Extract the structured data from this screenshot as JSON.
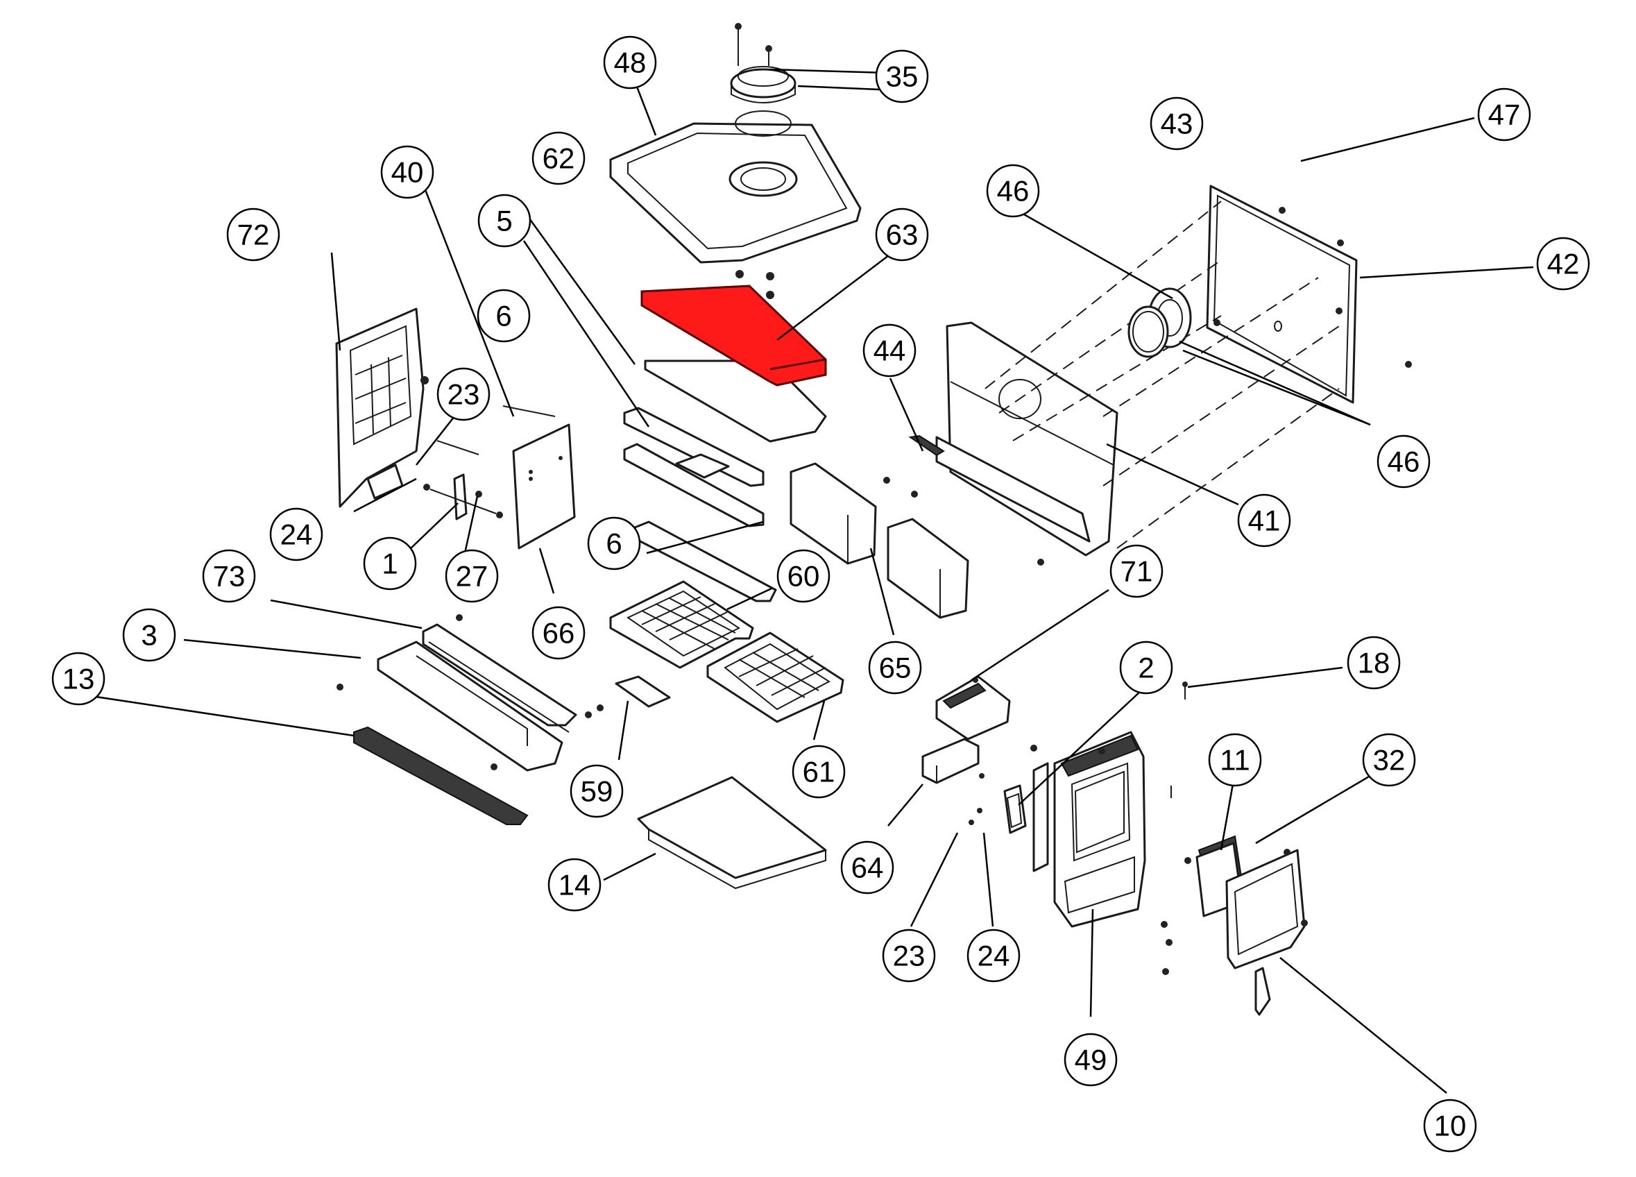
{
  "diagram": {
    "highlight_color": "#ff1a1a",
    "callouts": [
      {
        "id": "c48",
        "label": "48"
      },
      {
        "id": "c35",
        "label": "35"
      },
      {
        "id": "c43",
        "label": "43"
      },
      {
        "id": "c47",
        "label": "47"
      },
      {
        "id": "c40",
        "label": "40"
      },
      {
        "id": "c62",
        "label": "62"
      },
      {
        "id": "c5",
        "label": "5"
      },
      {
        "id": "c63",
        "label": "63"
      },
      {
        "id": "c46a",
        "label": "46"
      },
      {
        "id": "c42",
        "label": "42"
      },
      {
        "id": "c72",
        "label": "72"
      },
      {
        "id": "c6a",
        "label": "6"
      },
      {
        "id": "c44",
        "label": "44"
      },
      {
        "id": "c23a",
        "label": "23"
      },
      {
        "id": "c46b",
        "label": "46"
      },
      {
        "id": "c24a",
        "label": "24"
      },
      {
        "id": "c41",
        "label": "41"
      },
      {
        "id": "c1",
        "label": "1"
      },
      {
        "id": "c27",
        "label": "27"
      },
      {
        "id": "c6b",
        "label": "6"
      },
      {
        "id": "c73",
        "label": "73"
      },
      {
        "id": "c60",
        "label": "60"
      },
      {
        "id": "c71",
        "label": "71"
      },
      {
        "id": "c66",
        "label": "66"
      },
      {
        "id": "c3",
        "label": "3"
      },
      {
        "id": "c65",
        "label": "65"
      },
      {
        "id": "c2",
        "label": "2"
      },
      {
        "id": "c18",
        "label": "18"
      },
      {
        "id": "c13",
        "label": "13"
      },
      {
        "id": "c11",
        "label": "11"
      },
      {
        "id": "c32",
        "label": "32"
      },
      {
        "id": "c61",
        "label": "61"
      },
      {
        "id": "c59",
        "label": "59"
      },
      {
        "id": "c64",
        "label": "64"
      },
      {
        "id": "c14",
        "label": "14"
      },
      {
        "id": "c23b",
        "label": "23"
      },
      {
        "id": "c24b",
        "label": "24"
      },
      {
        "id": "c49",
        "label": "49"
      },
      {
        "id": "c10",
        "label": "10"
      }
    ]
  }
}
